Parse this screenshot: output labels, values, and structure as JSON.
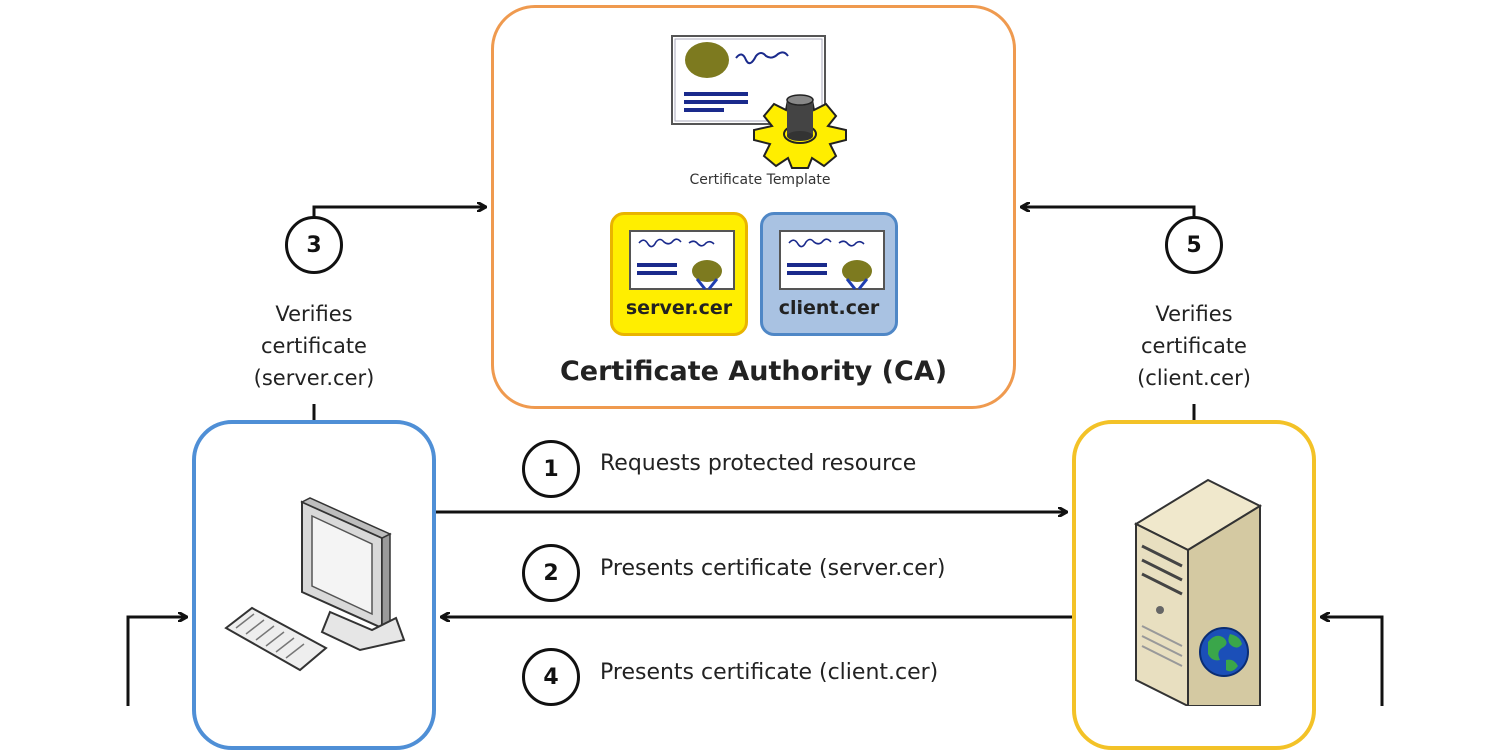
{
  "ca": {
    "title": "Certificate Authority (CA)",
    "template_label": "Certificate Template",
    "server_cert_label": "server.cer",
    "client_cert_label": "client.cer"
  },
  "steps": [
    {
      "number": "1",
      "text": "Requests protected resource"
    },
    {
      "number": "2",
      "text": "Presents certificate (server.cer)"
    },
    {
      "number": "3",
      "lines": [
        "Verifies",
        "certificate",
        "(server.cer)"
      ]
    },
    {
      "number": "4",
      "text": "Presents certificate (client.cer)"
    },
    {
      "number": "5",
      "lines": [
        "Verifies",
        "certificate",
        "(client.cer)"
      ]
    }
  ],
  "colors": {
    "ca_border": "#ef9a4f",
    "client_border": "#4f8fd6",
    "server_border": "#f3c227",
    "server_cert_fill": "#ffee00",
    "client_cert_fill": "#a9c2e2"
  }
}
